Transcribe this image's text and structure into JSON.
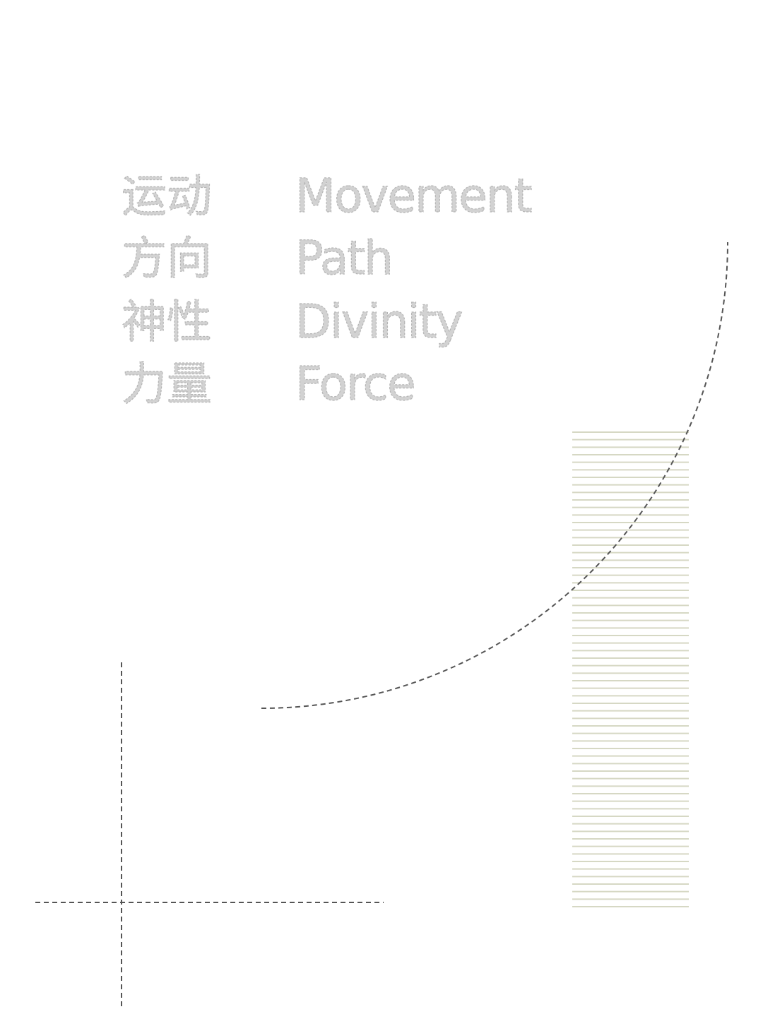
{
  "terms": [
    {
      "cn": "运动",
      "en": "Movement"
    },
    {
      "cn": "方向",
      "en": "Path"
    },
    {
      "cn": "神性",
      "en": "Divinity"
    },
    {
      "cn": "力量",
      "en": "Force"
    }
  ],
  "colors": {
    "text_fill": "#d2d2d2",
    "dash_line": "#555555",
    "stripe": "#d6d8c4"
  },
  "stripe_count": 64
}
